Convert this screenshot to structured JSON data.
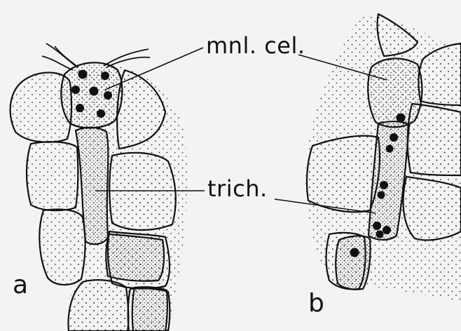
{
  "labels": {
    "mnl_cel": "mnl. cel.",
    "trich": "trich.",
    "panel_a": "a",
    "panel_b": "b"
  },
  "colors": {
    "background": "#f3f3f1",
    "ink": "#111111",
    "stipple": "#333333"
  }
}
